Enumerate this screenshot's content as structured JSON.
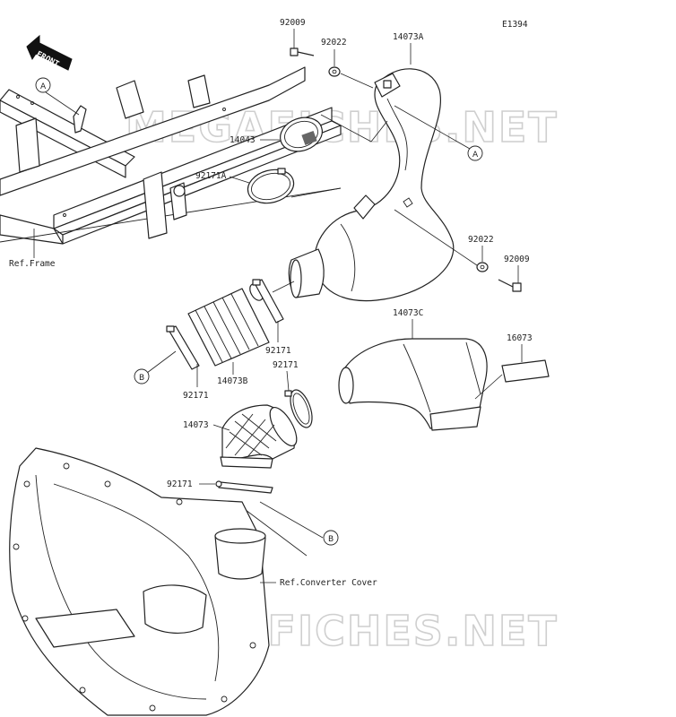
{
  "diagram_code": "E1394",
  "watermark": "MEGAFICHES.NET",
  "front_arrow_label": "FRONT",
  "references": {
    "frame": "Ref.Frame",
    "converter_cover": "Ref.Converter Cover"
  },
  "part_labels": {
    "bolt_top": "92009",
    "washer_top": "92022",
    "duct_upper": "14073A",
    "screen": "14043",
    "clamp_large": "92171A",
    "washer_mid": "92022",
    "bolt_mid": "92009",
    "duct_elbow": "14073C",
    "seal_pad": "16073",
    "bellows": "14073B",
    "clamp_b_left": "92171",
    "clamp_b_right": "92171",
    "clamp_c_upper": "92171",
    "duct_boot": "14073",
    "clamp_bottom": "92171"
  },
  "callouts": {
    "a_left": "A",
    "a_right": "A",
    "b_left": "B",
    "b_bottom": "B"
  }
}
